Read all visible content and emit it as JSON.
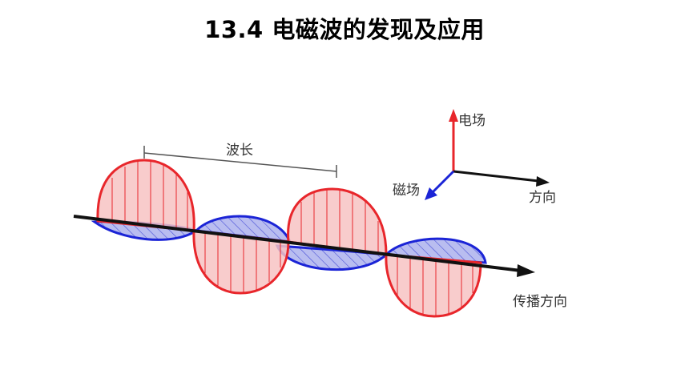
{
  "title": "13.4 电磁波的发现及应用",
  "diagram": {
    "wavelength_label": "波长",
    "axes": {
      "electric_field_label": "电场",
      "magnetic_field_label": "磁场",
      "direction_label": "方向"
    },
    "propagation_label": "传播方向",
    "colors": {
      "electric_wave": "#e8262b",
      "electric_fill": "#f7c3c3",
      "magnetic_wave": "#1b24d6",
      "magnetic_fill": "#b9bdf0",
      "axis": "#111111"
    }
  }
}
